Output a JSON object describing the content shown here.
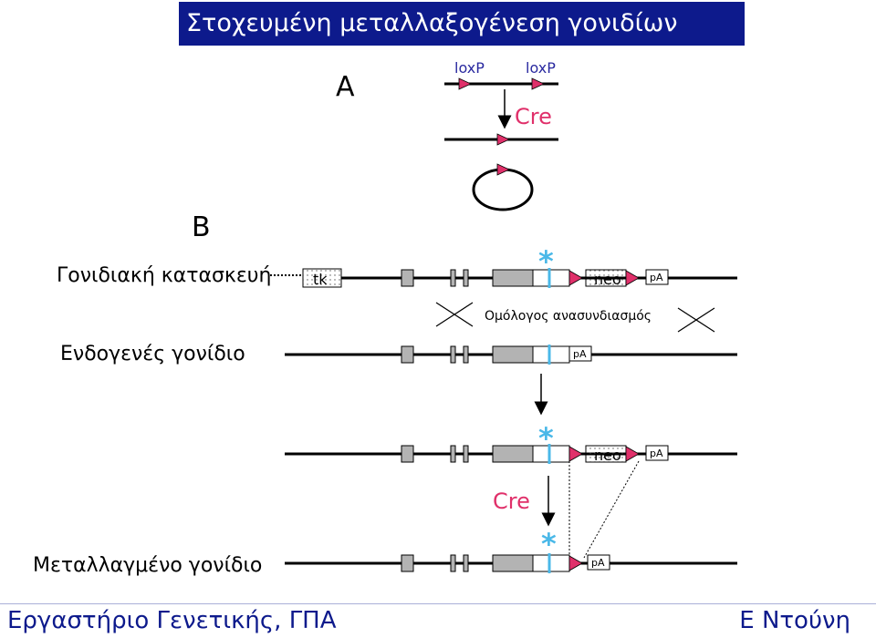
{
  "title": "Στοχευμένη μεταλλαξογένεση γονιδίων",
  "panel_a": {
    "label": "A",
    "loxp_left": "loxP",
    "loxp_right": "loxP",
    "cre": "Cre"
  },
  "panel_b": {
    "label": "B",
    "construct_label": "Γονιδιακή κατασκευή",
    "endogenous_label": "Ενδογενές γονίδιο",
    "mutant_label": "Μεταλλαγμένο γονίδιο",
    "tk": "tk",
    "neo": "neo",
    "pa": "pA",
    "mutation_mark": "*",
    "recombination": "Ομόλογος ανασυνδιασμός",
    "cre": "Cre"
  },
  "footer": {
    "left": "Εργαστήριο Γενετικής, ΓΠΑ",
    "right": "Ε Ντούνη"
  },
  "colors": {
    "title_bg": "#0d1a8c",
    "loxp_triangle": "#e0306a",
    "loxp_text": "#2a2aa0",
    "mutation": "#4ab8e8",
    "exon_gray": "#b3b3b3"
  }
}
